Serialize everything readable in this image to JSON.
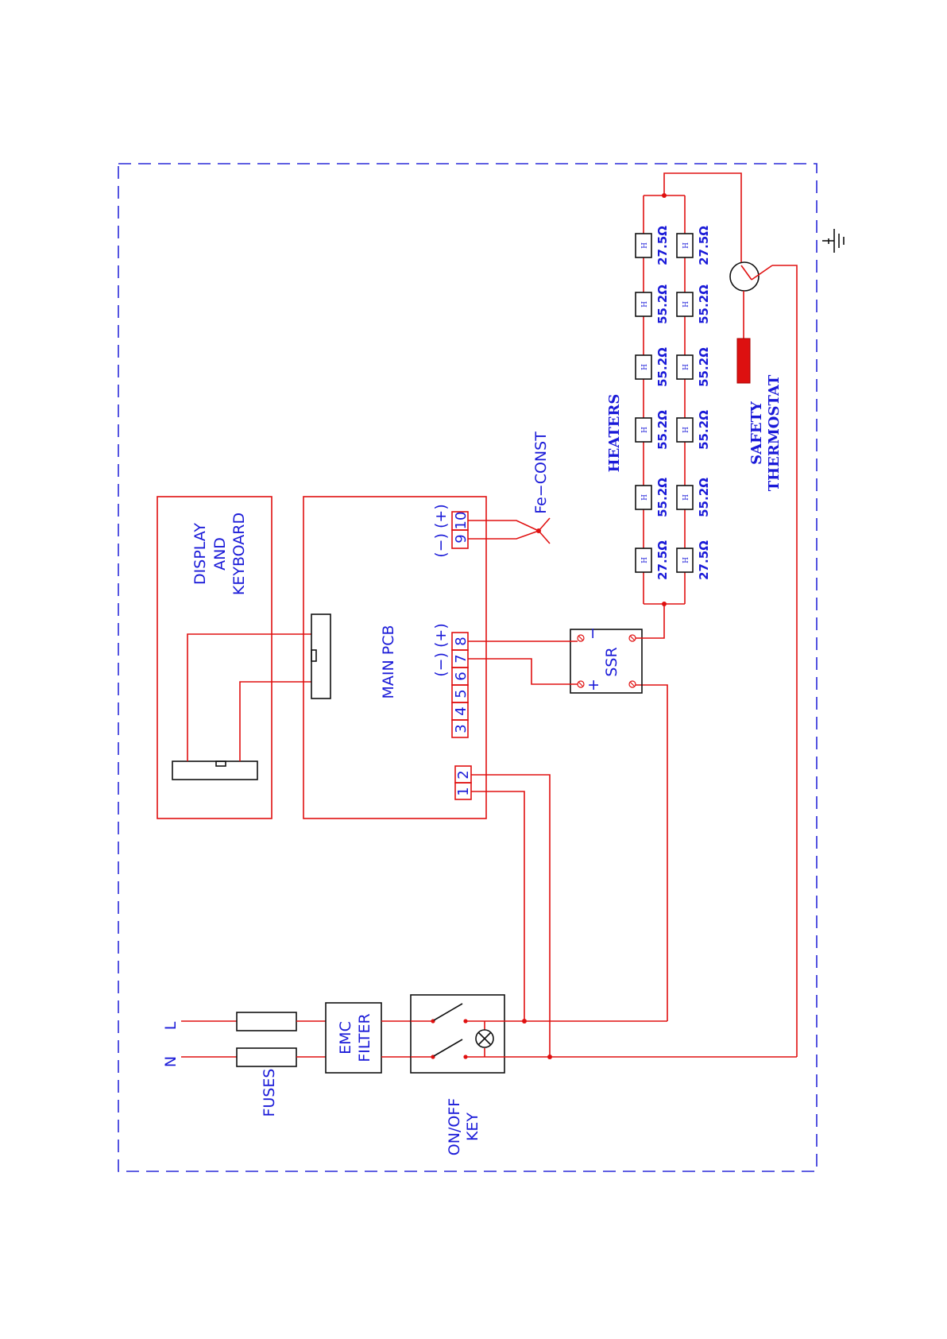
{
  "labels": {
    "line_l": "L",
    "line_n": "N",
    "fuses": "FUSES",
    "emc_line1": "EMC",
    "emc_line2": "FILTER",
    "onoff_line1": "ON/OFF",
    "onoff_line2": "KEY",
    "display_line1": "DISPLAY",
    "display_line2": "AND",
    "display_line3": "KEYBOARD",
    "main_pcb": "MAIN  PCB",
    "ssr": "SSR",
    "ssr_minus": "−",
    "ssr_plus": "+",
    "fe_const": "Fe−CONST",
    "heaters": "HEATERS",
    "safety_line1": "SAFETY",
    "safety_line2": "THERMOSTAT",
    "polarity_left": "(−) (+)",
    "polarity_right": "(−) (+)"
  },
  "terminals": {
    "t1": "1",
    "t2": "2",
    "t3": "3",
    "t4": "4",
    "t5": "5",
    "t6": "6",
    "t7": "7",
    "t8": "8",
    "t9": "9",
    "t10": "10"
  },
  "heater_row_a": [
    "27.5Ω",
    "55.2Ω",
    "55.2Ω",
    "55.2Ω",
    "55.2Ω",
    "27.5Ω"
  ],
  "heater_row_b": [
    "27.5Ω",
    "55.2Ω",
    "55.2Ω",
    "55.2Ω",
    "55.2Ω",
    "27.5Ω"
  ],
  "heater_glyph": "H",
  "colors": {
    "wire": "#e01010",
    "text": "#1a1ad8",
    "outline": "#111111",
    "sensor": "#dd1010",
    "border": "#2a2ad8"
  }
}
